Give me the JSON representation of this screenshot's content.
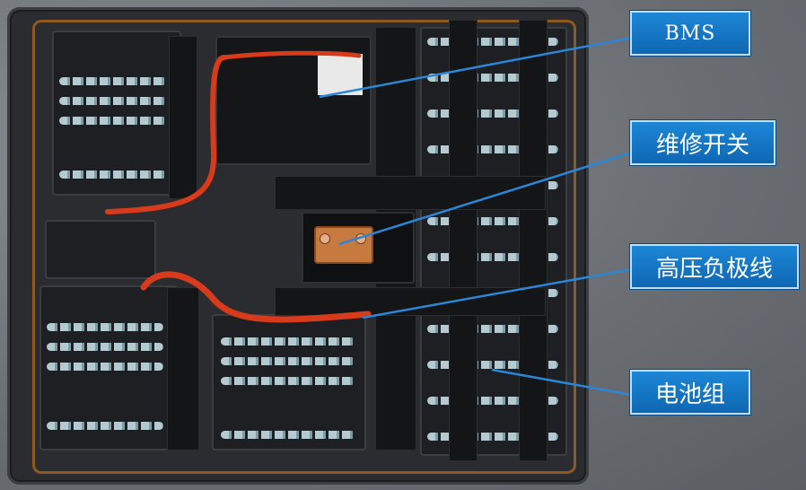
{
  "callouts": [
    {
      "id": "bms",
      "label": "BMS"
    },
    {
      "id": "maintenance-switch",
      "label": "维修开关"
    },
    {
      "id": "hv-negative-cable",
      "label": "高压负极线"
    },
    {
      "id": "battery-pack",
      "label": "电池组"
    }
  ],
  "colors": {
    "callout_fill": "#1a7cd0",
    "leader_line": "#2b86d6",
    "cable": "#d83a1c",
    "frame_rim": "#8c5a22"
  }
}
